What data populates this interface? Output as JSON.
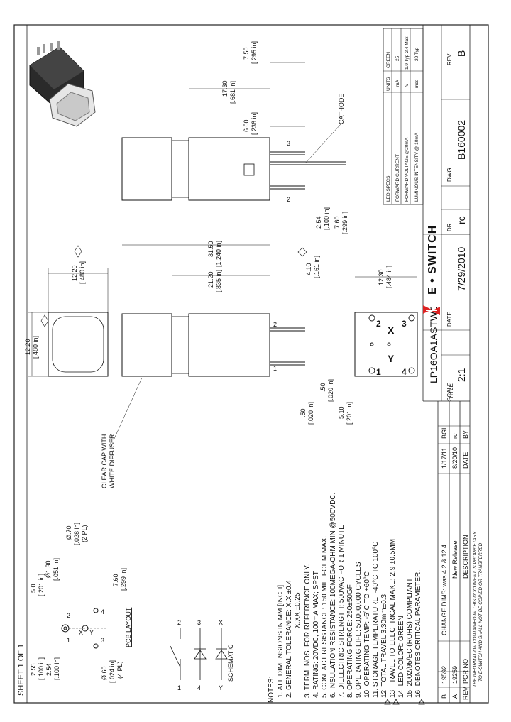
{
  "sheet": "SHEET 1 OF 1",
  "revisions": [
    {
      "rev": "B",
      "pcr": "19592",
      "description": "CHANGE DIMS: was 4.2 & 12.4",
      "date": "1/17/11",
      "by": "BGL"
    },
    {
      "rev": "A",
      "pcr": "19259",
      "description": "New Release",
      "date": "8/20/10",
      "by": "rc"
    }
  ],
  "revision_headers": {
    "rev": "REV",
    "pcr": "PCR NO",
    "description": "DESCRIPTION",
    "date": "DATE",
    "by": "BY"
  },
  "proprietary": [
    "THE INFORMATION CONTAINED IN THIS DOCUMENT IS PROPRIETARY",
    "TO E-SWITCH AND SHALL NOT BE COPIED OR TRANSFERRED"
  ],
  "notes_title": "NOTES:",
  "notes": [
    "1. ALL DIMENSIONS IN MM [INCH]",
    "2. GENERAL TOLERANCE: X.X ±0.4",
    "X.XX ±0.25",
    "3. TERM. NOS. FOR REFERENCE ONLY.",
    "4. RATING: 20VDC, 100mA MAX; SPST",
    "5. CONTACT RESISTANCE: 150 MILLI-OHM MAX.",
    "6. INSULATION RESISTANCE: 100MEGA-OHM MIN @500VDC.",
    "7. DIELECTRIC STRENGTH: 500VAC FOR 1 MINUTE",
    "8. OPERATING FORCE: 250±50GF",
    "9. OPERATING LIFE: 50,000,000 CYCLES",
    "10. OPERATING TEMP: -5°C TO +60°C",
    "11. STORAGE TEMPERATURE: -40°C TO 100°C",
    "12. TOTAL TRAVEL 3.30mm±0.3",
    "13. TRAVEL TO ELECTRICAL MAKE: 2.9 ±0.5MM",
    "14. LED COLOR: GREEN",
    "15. 2002/95/EC (ROHS) COMPLIANT",
    "16. DENOTES CRITICAL PARAMETER."
  ],
  "title_block": {
    "title_label": "TITLE",
    "part_number": "LP16OA1ASTWG",
    "brand": "E • SWITCH",
    "scale_label": "SCALE",
    "scale": "2:1",
    "date_label": "DATE",
    "date": "7/29/2010",
    "dr_label": "DR",
    "dr": "rc",
    "dwg_label": "DWG",
    "dwg": "B160002",
    "rev_label": "REV",
    "rev": "B"
  },
  "led_table": {
    "title": "LED SPECS",
    "headers": [
      "UNITS",
      "GREEN"
    ],
    "rows": [
      {
        "param": "FORWARD CURRENT",
        "units": "mA",
        "value": "25"
      },
      {
        "param": "FORWARD VOLTAGE @20mA",
        "units": "V",
        "value": "1.9 Typ-2.4 Max"
      },
      {
        "param": "LUMINOUS INTENSITY @ 10mA",
        "units": "mcd",
        "value": "20 Typ"
      }
    ]
  },
  "dims": {
    "d12_20a": "12.20",
    "d12_20a_in": "[.480 in]",
    "d12_20b": "12.20",
    "d12_20b_in": "[.480 in]",
    "d31_50": "31.50",
    "d31_50_in": "[1.240 in]",
    "d21_20": "21.20",
    "d21_20_in": "[.835 in]",
    "d17_30": "17.30",
    "d17_30_in": "[.681 in]",
    "d7_50": "7.50",
    "d7_50_in": "[.295 in]",
    "d6_00": "6.00",
    "d6_00_in": "[.236 in]",
    "d2_54": "2.54",
    "d2_54_in": "[.100 in]",
    "d7_60": "7.60",
    "d7_60_in": "[.299 in]",
    "d4_10": "4.10",
    "d4_10_in": "[.161 in]",
    "d12_30": "12.30",
    "d12_30_in": "[.484 in]",
    "d_50a": ".50",
    "d_50a_in": "[.020 in]",
    "d_50b": ".50",
    "d_50b_in": "[.020 in]",
    "d5_10": "5.10",
    "d5_10_in": "[.201 in]"
  },
  "labels": {
    "cathode": "CATHODE",
    "clear_cap_1": "CLEAR CAP WITH",
    "clear_cap_2": "WHITE DIFFUSER",
    "schematic": "SCHEMATIC",
    "pcb_layout": "PCB LAYOUT"
  },
  "pcb": {
    "d5_0": "5.0",
    "d5_0_in": "[.201 in]",
    "d_70": "Ø.70",
    "d_70_in": "[.028 in]",
    "d_70_n": "(2 PL)",
    "d1_30": "Ø1.30",
    "d1_30_in": "[.051 in]",
    "d2_55": "2.55",
    "d2_55_in": "[.100 in]",
    "d2_54": "2.54",
    "d2_54_in": "[.100 in]",
    "d7_60": "7.60",
    "d7_60_in": "[.299 in]",
    "d_60": "Ø.60",
    "d_60_in": "[.024 in]",
    "d_60_n": "(4 PL)"
  },
  "pin_numbers": {
    "p1": "1",
    "p2": "2",
    "p3": "3",
    "p4": "4",
    "x": "X",
    "y": "Y"
  }
}
